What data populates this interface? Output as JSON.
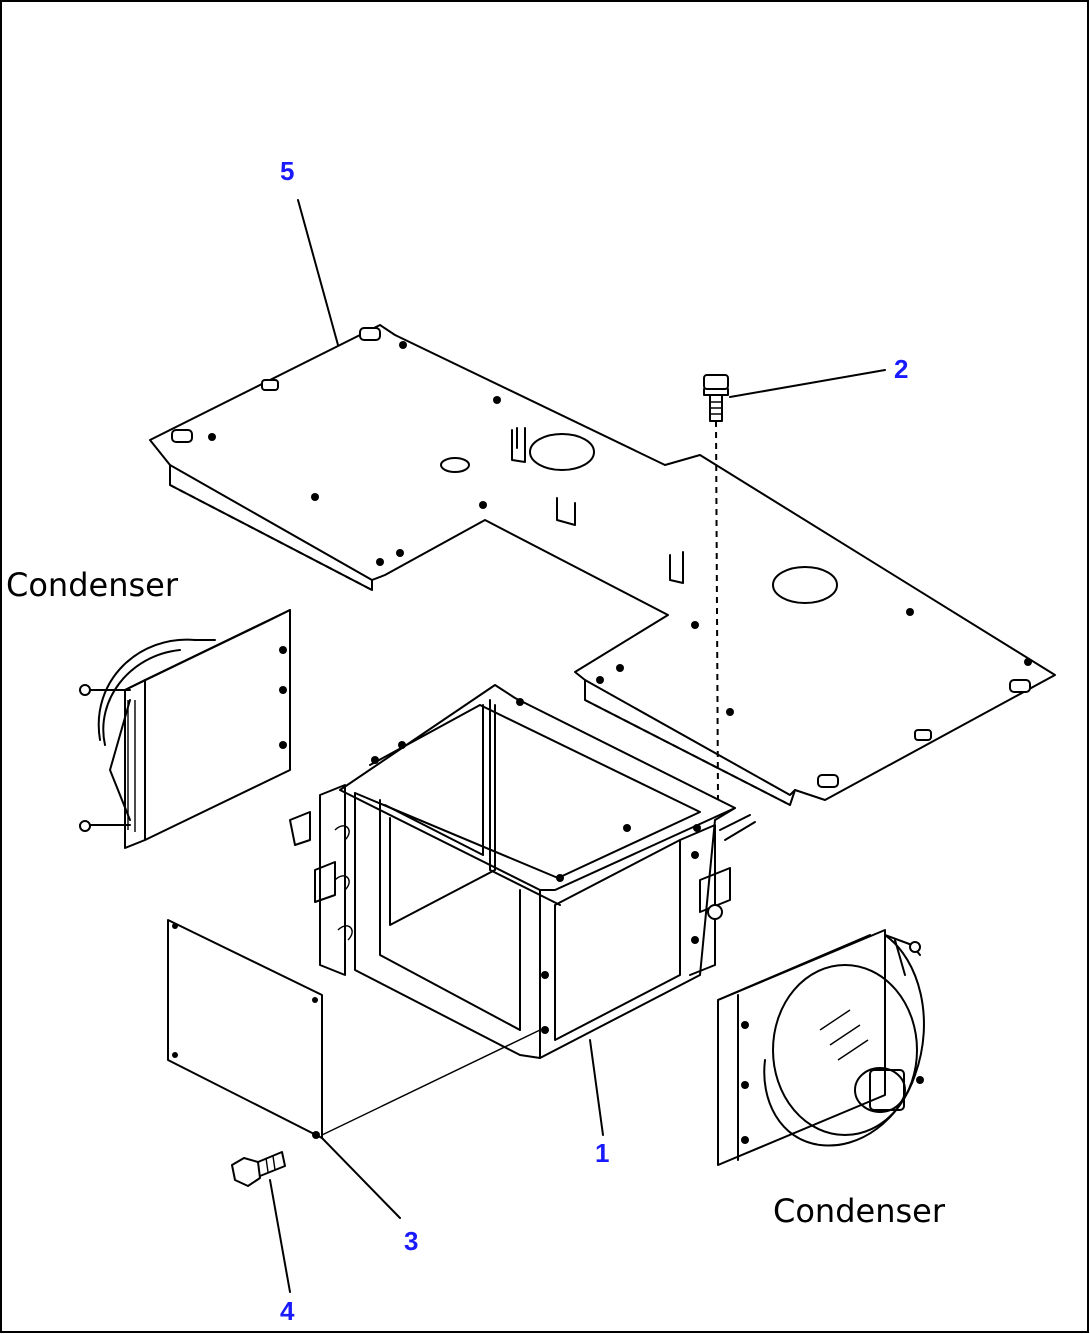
{
  "callouts": [
    {
      "id": "1",
      "text": "1"
    },
    {
      "id": "2",
      "text": "2"
    },
    {
      "id": "3",
      "text": "3"
    },
    {
      "id": "4",
      "text": "4"
    },
    {
      "id": "5",
      "text": "5"
    }
  ],
  "labels": {
    "condenser_left": "Condenser",
    "condenser_right": "Condenser"
  },
  "colors": {
    "callout": "#1a1aff",
    "line": "#000000",
    "frame": "#000000"
  }
}
